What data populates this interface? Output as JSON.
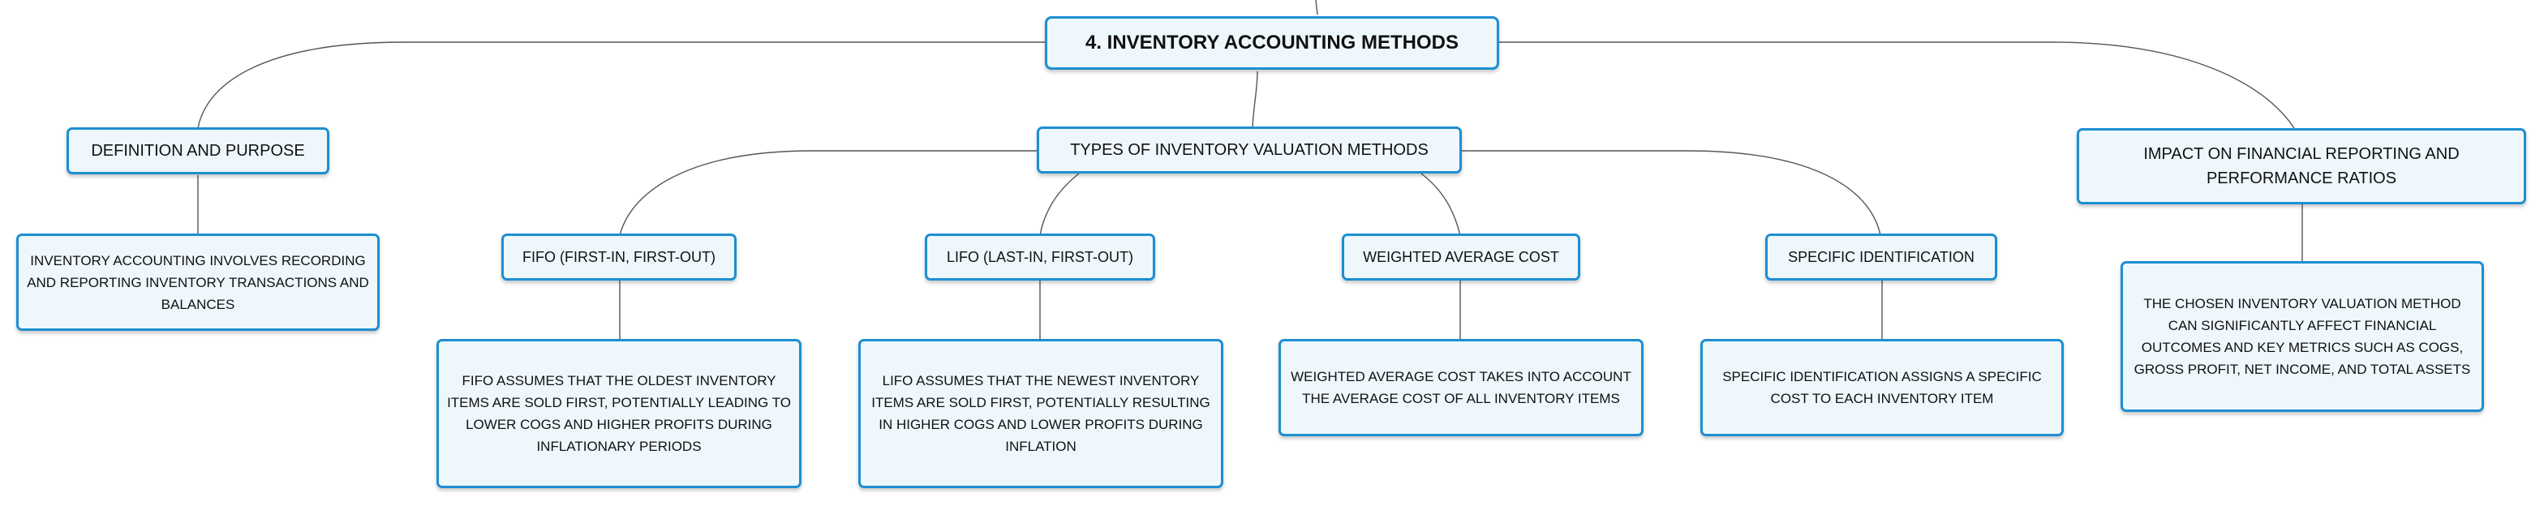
{
  "root": {
    "label": "4. INVENTORY ACCOUNTING METHODS"
  },
  "definition": {
    "label": "DEFINITION AND PURPOSE",
    "detail": "INVENTORY ACCOUNTING INVOLVES RECORDING AND REPORTING INVENTORY TRANSACTIONS AND BALANCES"
  },
  "types": {
    "label": "TYPES OF INVENTORY VALUATION METHODS",
    "methods": [
      {
        "label": "FIFO (FIRST-IN, FIRST-OUT)",
        "detail": "FIFO ASSUMES THAT THE OLDEST INVENTORY ITEMS ARE SOLD FIRST, POTENTIALLY LEADING TO LOWER COGS AND HIGHER PROFITS DURING INFLATIONARY PERIODS"
      },
      {
        "label": "LIFO (LAST-IN, FIRST-OUT)",
        "detail": "LIFO ASSUMES THAT THE NEWEST INVENTORY ITEMS ARE SOLD FIRST, POTENTIALLY RESULTING IN HIGHER COGS AND LOWER PROFITS DURING INFLATION"
      },
      {
        "label": "WEIGHTED AVERAGE COST",
        "detail": "WEIGHTED AVERAGE COST TAKES INTO ACCOUNT THE AVERAGE COST OF ALL INVENTORY ITEMS"
      },
      {
        "label": "SPECIFIC IDENTIFICATION",
        "detail": "SPECIFIC IDENTIFICATION ASSIGNS A SPECIFIC COST TO EACH INVENTORY ITEM"
      }
    ]
  },
  "impact": {
    "label": "IMPACT ON FINANCIAL REPORTING AND PERFORMANCE RATIOS",
    "detail": "THE CHOSEN INVENTORY VALUATION METHOD CAN SIGNIFICANTLY AFFECT FINANCIAL OUTCOMES AND KEY METRICS SUCH AS COGS, GROSS PROFIT, NET INCOME, AND TOTAL ASSETS"
  }
}
